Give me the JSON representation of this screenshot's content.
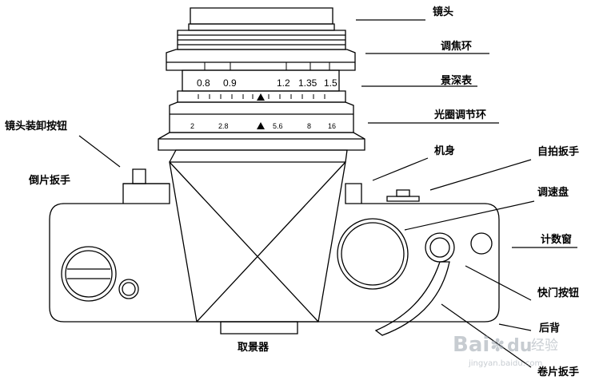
{
  "labels": {
    "lens": "镜头",
    "focus_ring": "调焦环",
    "depth_scale": "景深表",
    "aperture_ring": "光圈调节环",
    "lens_release": "镜头装卸按钮",
    "body": "机身",
    "self_timer": "自拍扳手",
    "rewind_lever": "倒片扳手",
    "speed_dial": "调速盘",
    "counter_window": "计数窗",
    "shutter_button": "快门按钮",
    "back": "后背",
    "viewfinder": "取景器",
    "advance_lever": "卷片扳手"
  },
  "depth_scale_numbers": [
    "0.8",
    "0.9",
    "1.2",
    "1.35",
    "1.5"
  ],
  "aperture_numbers": [
    "2",
    "2.8",
    "5.6",
    "8",
    "16"
  ],
  "watermark": {
    "brand": "Bai",
    "du": "du",
    "cn": "经验",
    "url": "jingyan.baidu.com"
  }
}
